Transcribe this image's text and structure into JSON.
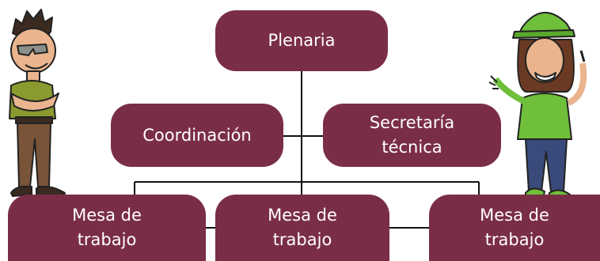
{
  "org_chart": {
    "top": {
      "label": "Plenaria"
    },
    "middle_left": {
      "label": "Coordinación"
    },
    "middle_right": {
      "line1": "Secretaría",
      "line2": "técnica"
    },
    "bottom": [
      {
        "line1": "Mesa de",
        "line2": "trabajo"
      },
      {
        "line1": "Mesa de",
        "line2": "trabajo"
      },
      {
        "line1": "Mesa de",
        "line2": "trabajo"
      }
    ]
  },
  "colors": {
    "box_fill": "#7a2e46",
    "box_text": "#ffffff",
    "connector": "#111111"
  },
  "illustrations": {
    "left": "cartoon-man-icon",
    "right": "cartoon-woman-icon"
  }
}
